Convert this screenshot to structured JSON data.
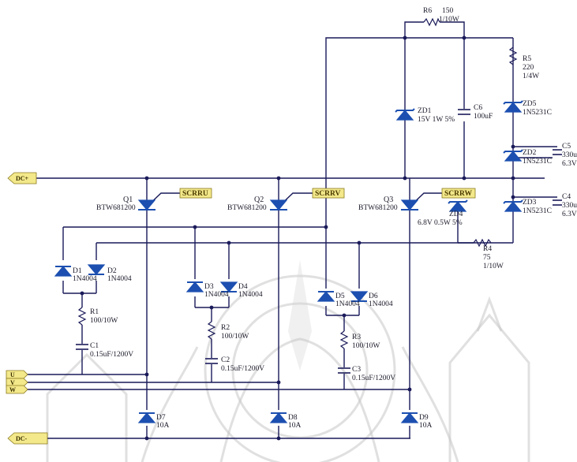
{
  "ports": {
    "dc_plus": "DC+",
    "dc_minus": "DC-",
    "u": "U",
    "v": "V",
    "w": "W"
  },
  "scr_tags": {
    "u": "SCRRU",
    "v": "SCRRV",
    "w": "SCRRW"
  },
  "thyristors": [
    {
      "ref": "Q1",
      "part": "BTW681200"
    },
    {
      "ref": "Q2",
      "part": "BTW681200"
    },
    {
      "ref": "Q3",
      "part": "BTW681200"
    }
  ],
  "diodes": {
    "d1": {
      "ref": "D1",
      "part": "1N4004"
    },
    "d2": {
      "ref": "D2",
      "part": "1N4004"
    },
    "d3": {
      "ref": "D3",
      "part": "1N4004"
    },
    "d4": {
      "ref": "D4",
      "part": "1N4004"
    },
    "d5": {
      "ref": "D5",
      "part": "1N4004"
    },
    "d6": {
      "ref": "D6",
      "part": "1N4004"
    },
    "d7": {
      "ref": "D7",
      "part": "10A"
    },
    "d8": {
      "ref": "D8",
      "part": "10A"
    },
    "d9": {
      "ref": "D9",
      "part": "10A"
    }
  },
  "snubbers": {
    "r1": {
      "ref": "R1",
      "value": "100/10W"
    },
    "r2": {
      "ref": "R2",
      "value": "100/10W"
    },
    "r3": {
      "ref": "R3",
      "value": "100/10W"
    },
    "c1": {
      "ref": "C1",
      "value": "0.15uF/1200V"
    },
    "c2": {
      "ref": "C2",
      "value": "0.15uF/1200V"
    },
    "c3": {
      "ref": "C3",
      "value": "0.15uF/1200V"
    }
  },
  "supply": {
    "r6": {
      "ref": "R6",
      "value": "150",
      "rating": "1/10W"
    },
    "r5": {
      "ref": "R5",
      "value": "220",
      "rating": "1/4W"
    },
    "r4": {
      "ref": "R4",
      "value": "75",
      "rating": "1/10W"
    },
    "zd1": {
      "ref": "ZD1",
      "value": "15V 1W 5%"
    },
    "c6": {
      "ref": "C6",
      "value": "100uF"
    },
    "zd5": {
      "ref": "ZD5",
      "value": "1N5231C"
    },
    "zd2": {
      "ref": "ZD2",
      "value": "1N5231C"
    },
    "zd3": {
      "ref": "ZD3",
      "value": "1N5231C"
    },
    "zd4": {
      "ref": "ZD4",
      "value": "6.8V 0.5W 5%"
    },
    "c5": {
      "ref": "C5",
      "value": "330u",
      "voltage": "6.3V"
    },
    "c4": {
      "ref": "C4",
      "value": "330u",
      "voltage": "6.3V"
    }
  }
}
